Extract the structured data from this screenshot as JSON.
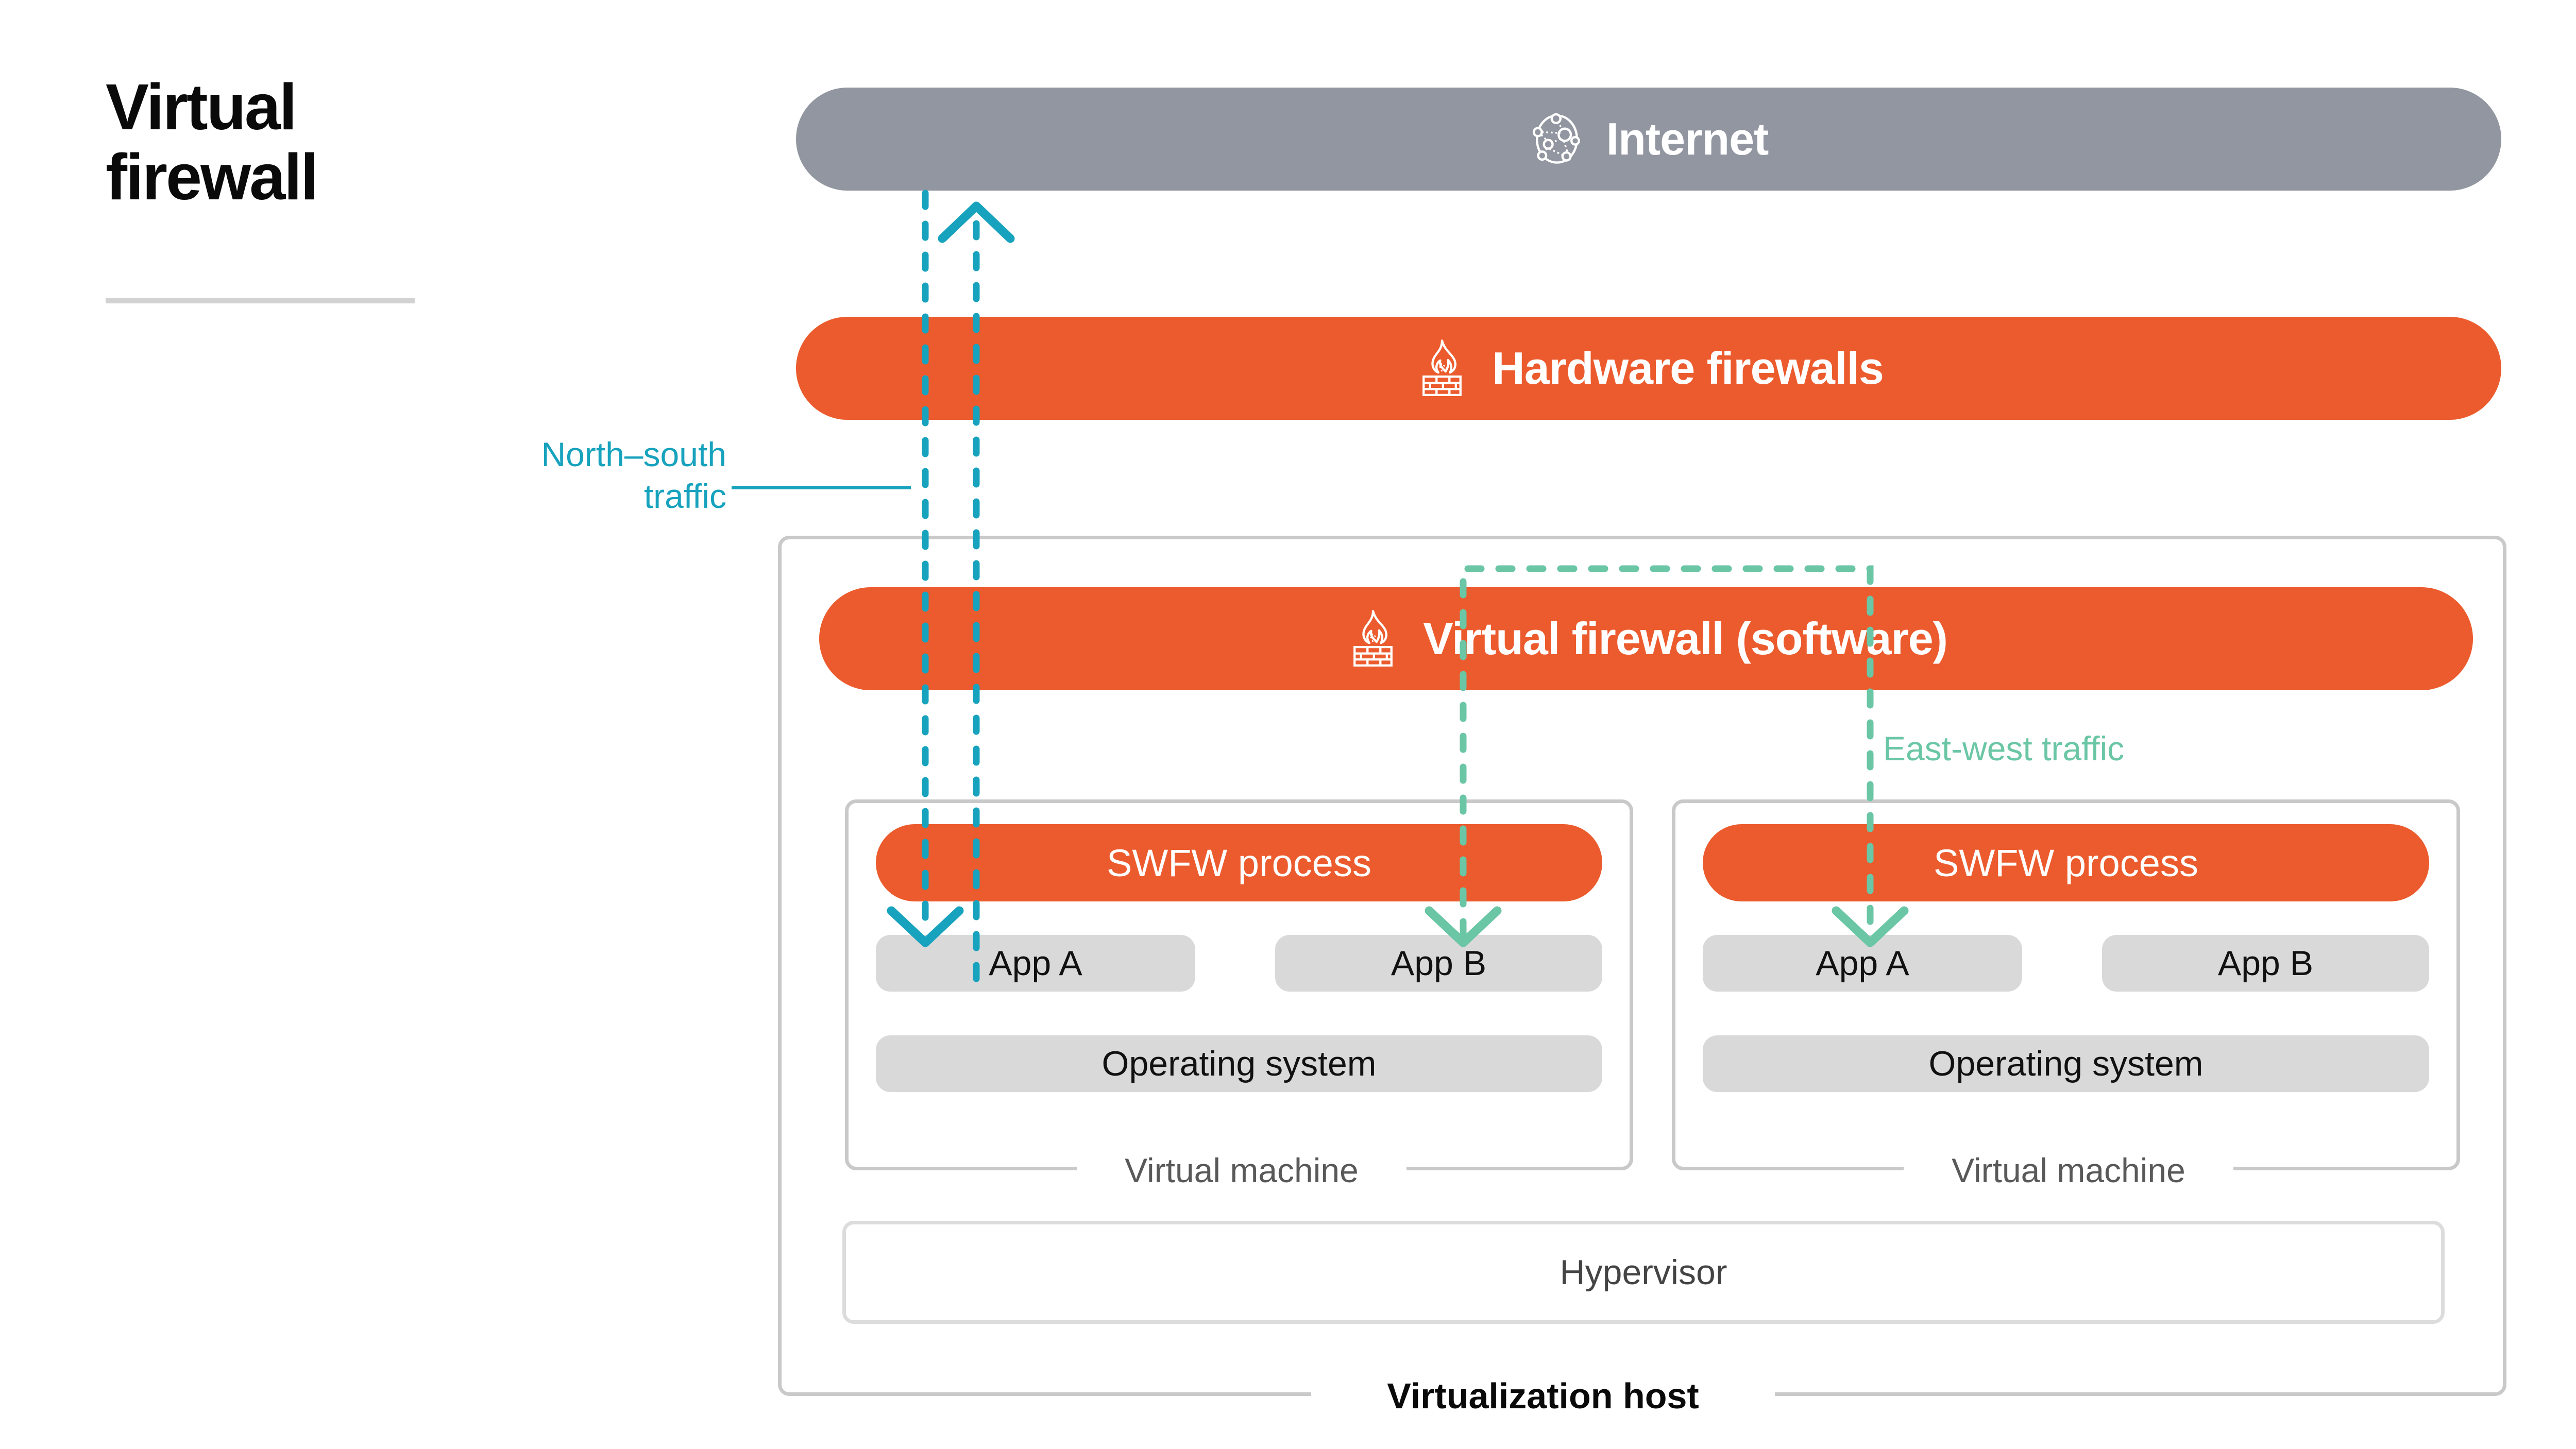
{
  "title": {
    "text": "Virtual\nfirewall"
  },
  "colors": {
    "orange": "#EC5B2D",
    "gray_bar": "#9296A0",
    "light_gray_box": "#D9D9D9",
    "teal_north_south": "#17A2BD",
    "green_east_west": "#6AC6A5",
    "outline_gray": "#C9C9C9",
    "background": "#FFFFFF"
  },
  "bars": {
    "internet": {
      "label": "Internet",
      "icon": "network-globe-icon"
    },
    "hardware_firewall": {
      "label": "Hardware firewalls",
      "icon": "firewall-flame-brick-icon"
    },
    "virtual_firewall": {
      "label": "Virtual firewall (software)",
      "icon": "firewall-flame-brick-icon"
    }
  },
  "annotations": {
    "north_south": "North–south\ntraffic",
    "east_west": "East-west traffic"
  },
  "host": {
    "label": "Virtualization host",
    "hypervisor": "Hypervisor",
    "vms": [
      {
        "label": "Virtual machine",
        "swfw": "SWFW process",
        "apps": [
          "App A",
          "App B"
        ],
        "os": "Operating system"
      },
      {
        "label": "Virtual machine",
        "swfw": "SWFW process",
        "apps": [
          "App A",
          "App B"
        ],
        "os": "Operating system"
      }
    ]
  }
}
